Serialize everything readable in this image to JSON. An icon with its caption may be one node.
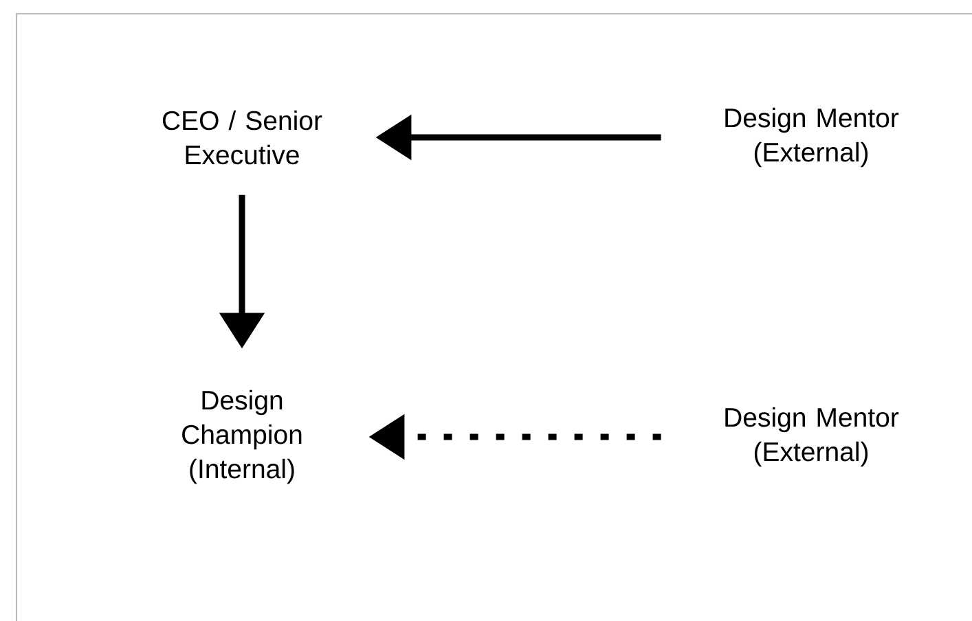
{
  "diagram": {
    "nodes": [
      {
        "text": [
          "CEO / Senior Executive"
        ]
      },
      {
        "text": [
          "Design Mentor (External)"
        ]
      },
      {
        "text": [
          "Design Champion (Internal)"
        ]
      },
      {
        "text": [
          "Design Mentor (External)"
        ]
      }
    ],
    "edges": [
      {
        "from": 1,
        "to": 0,
        "arrow": "to"
      },
      {
        "from": 0,
        "to": 2,
        "arrow": "to"
      },
      {
        "from": 3,
        "to": 2,
        "arrow": "to",
        "style": "dashed"
      }
    ]
  }
}
